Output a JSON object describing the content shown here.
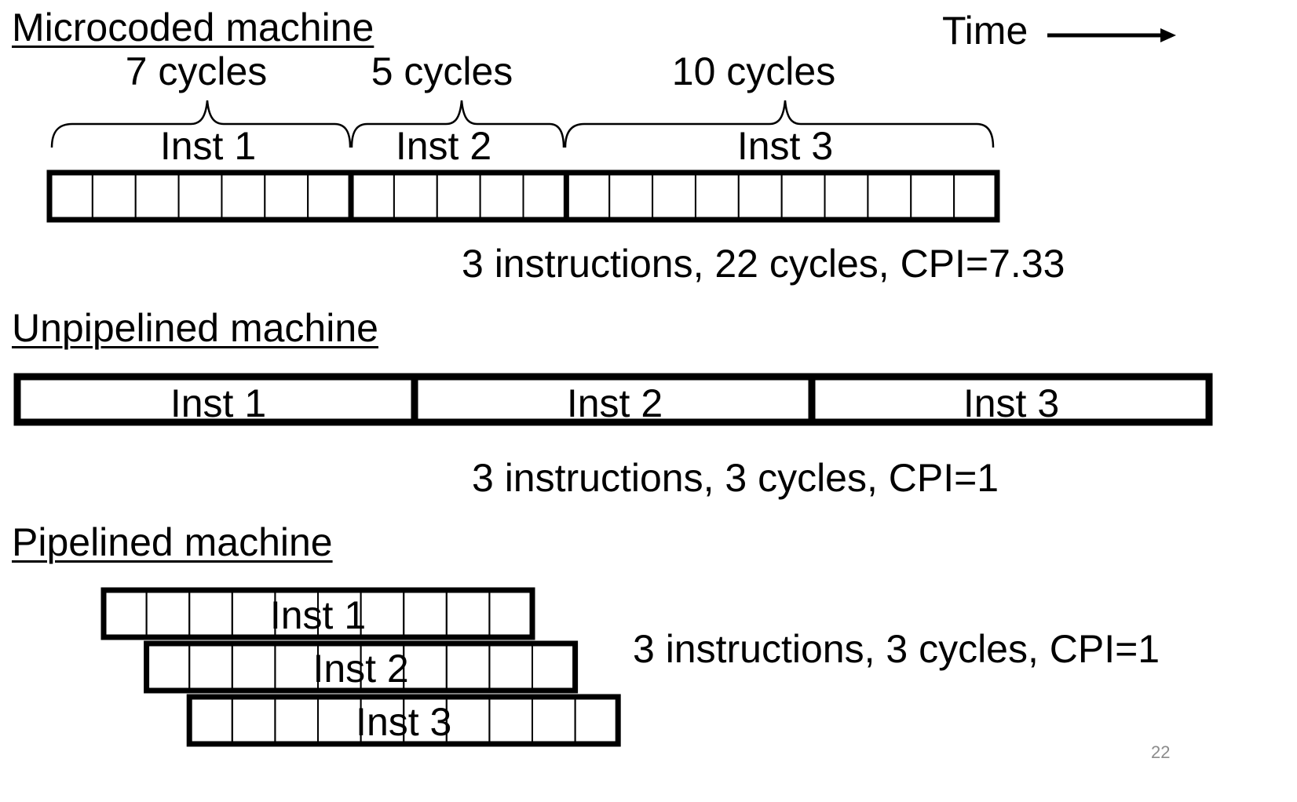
{
  "slide": {
    "time_label": "Time",
    "page_number": "22",
    "microcoded": {
      "title": "Microcoded machine",
      "cycle_labels": [
        "7 cycles",
        "5 cycles",
        "10 cycles"
      ],
      "inst_labels": [
        "Inst 1",
        "Inst 2",
        "Inst 3"
      ],
      "cycles": [
        7,
        5,
        10
      ],
      "summary": "3 instructions, 22 cycles, CPI=7.33"
    },
    "unpipelined": {
      "title": "Unpipelined machine",
      "inst_labels": [
        "Inst 1",
        "Inst 2",
        "Inst 3"
      ],
      "summary": "3 instructions, 3 cycles, CPI=1"
    },
    "pipelined": {
      "title": "Pipelined machine",
      "inst_labels": [
        "Inst 1",
        "Inst 2",
        "Inst 3"
      ],
      "stages_per_inst": 10,
      "summary": "3 instructions, 3 cycles, CPI=1"
    }
  }
}
